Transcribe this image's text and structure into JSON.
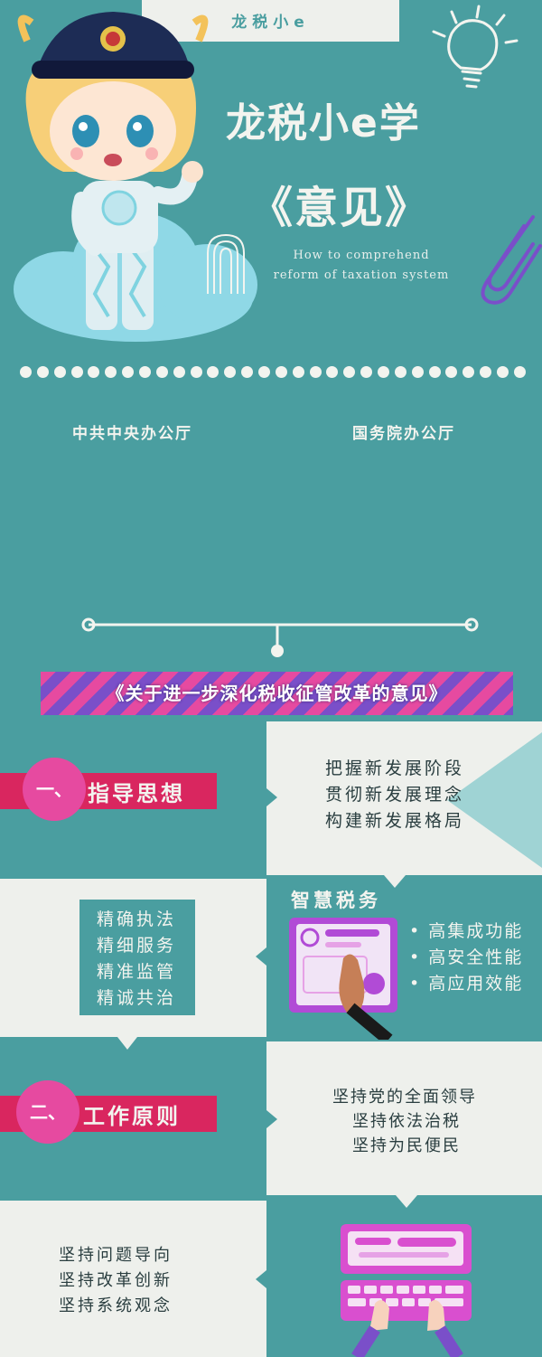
{
  "header": {
    "tab_label": "龙税小e"
  },
  "hero": {
    "title": "龙税小e学",
    "subtitle": "《意见》",
    "english_line1": "How to comprehend",
    "english_line2": "reform of taxation system"
  },
  "issuers": {
    "left": "中共中央办公厅",
    "right": "国务院办公厅"
  },
  "document_title": "《关于进一步深化税收征管改革的意见》",
  "section1": {
    "number": "一、",
    "label": "指导思想",
    "points": [
      "把握新发展阶段",
      "贯彻新发展理念",
      "构建新发展格局"
    ],
    "left_points": [
      "精确执法",
      "精细服务",
      "精准监管",
      "精诚共治"
    ],
    "smart_title": "智慧税务",
    "smart_points": [
      "• 高集成功能",
      "• 高安全性能",
      "• 高应用效能"
    ]
  },
  "section2": {
    "number": "二、",
    "label": "工作原则",
    "points": [
      "坚持党的全面领导",
      "坚持依法治税",
      "坚持为民便民"
    ],
    "left_points": [
      "坚持问题导向",
      "坚持改革创新",
      "坚持系统观念"
    ]
  },
  "colors": {
    "teal": "#4a9ea0",
    "cream": "#eef0ec",
    "pink": "#e64aa0",
    "crimson": "#d9265f",
    "purple": "#7a4fc9"
  },
  "icons": [
    "officer-mascot",
    "cloud",
    "lightbulb-icon",
    "paperclip-icon",
    "tablet-hand-icon",
    "keyboard-hands-icon"
  ]
}
